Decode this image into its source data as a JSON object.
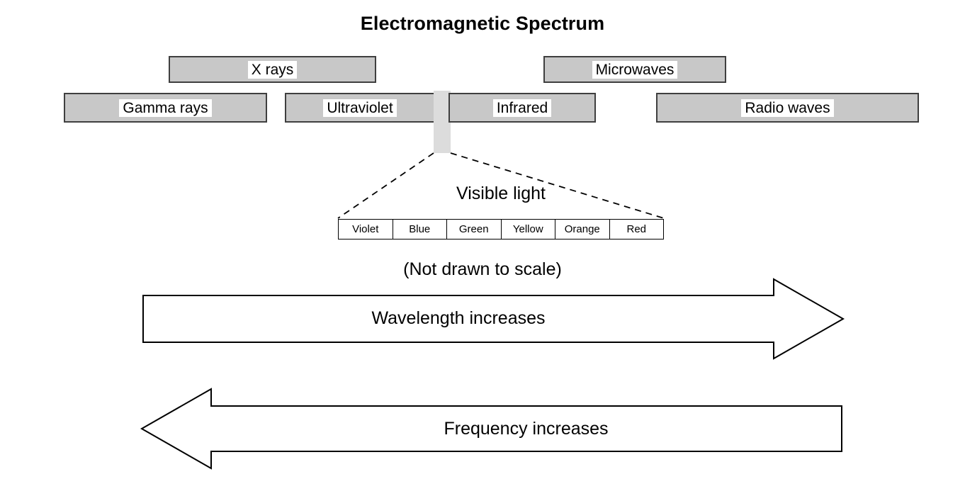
{
  "title": "Electromagnetic Spectrum",
  "bands": {
    "upper_row": [
      {
        "id": "xrays",
        "label": "X rays"
      },
      {
        "id": "microwaves",
        "label": "Microwaves"
      }
    ],
    "lower_row": [
      {
        "id": "gamma",
        "label": "Gamma rays"
      },
      {
        "id": "ultraviolet",
        "label": "Ultraviolet"
      },
      {
        "id": "infrared",
        "label": "Infrared"
      },
      {
        "id": "radio",
        "label": "Radio waves"
      }
    ]
  },
  "visible": {
    "caption": "Visible light",
    "colors": [
      "Violet",
      "Blue",
      "Green",
      "Yellow",
      "Orange",
      "Red"
    ]
  },
  "notes": {
    "scale": "(Not drawn to scale)"
  },
  "arrows": {
    "wavelength": "Wavelength increases",
    "frequency": "Frequency increases"
  },
  "colors": {
    "band_fill": "#c8c8c8",
    "band_border": "#3f3f3f",
    "visible_strip_fill": "#dcdcdc",
    "label_background": "#ffffff",
    "text": "#000000",
    "outline": "#000000",
    "page_background": "#ffffff"
  }
}
